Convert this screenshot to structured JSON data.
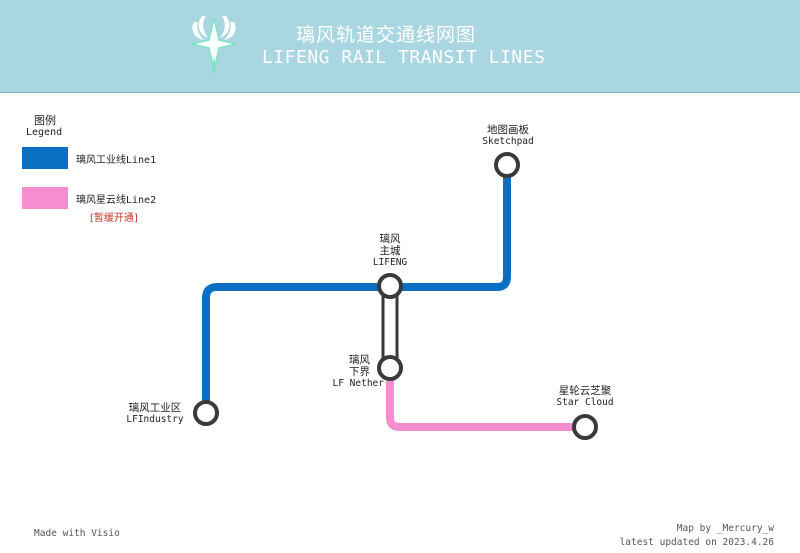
{
  "header": {
    "title_cn": "璃风轨道交通线网图",
    "title_en": "LIFENG RAIL TRANSIT LINES",
    "logo_icon": "winged-star-logo"
  },
  "legend": {
    "title": "图例",
    "subtitle": "Legend",
    "items": [
      {
        "label": "璃风工业线Line1",
        "color": "#0a6fc2"
      },
      {
        "label": "璃风星云线Line2",
        "color": "#f58ed0",
        "note": "[暂缓开通]"
      }
    ]
  },
  "lines": {
    "line1_color": "#0a6fc2",
    "line2_color": "#f58ed0",
    "transfer_color": "#3a3a3a"
  },
  "stations": {
    "sketchpad": {
      "cn": "地图画板",
      "en": "Sketchpad"
    },
    "lifeng": {
      "cn1": "璃风",
      "cn2": "主城",
      "en": "LIFENG"
    },
    "nether": {
      "cn1": "璃风",
      "cn2": "下界",
      "en": "LF Nether"
    },
    "industry": {
      "cn": "璃风工业区",
      "en": "LFIndustry"
    },
    "starcloud": {
      "cn": "星轮云芝聚",
      "en": "Star Cloud"
    }
  },
  "footer": {
    "made_with": "Made with Visio",
    "map_by": "Map by _Mercury_w",
    "updated": "latest updated on 2023.4.26"
  }
}
